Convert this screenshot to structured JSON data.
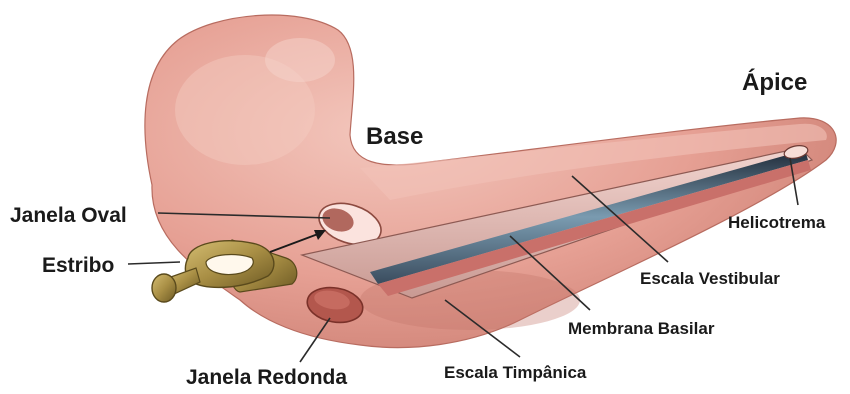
{
  "labels": {
    "apice": "Ápice",
    "base": "Base",
    "janela_oval": "Janela Oval",
    "estribo": "Estribo",
    "janela_redonda": "Janela Redonda",
    "helicotrema": "Helicotrema",
    "escala_vestibular": "Escala Vestibular",
    "membrana_basilar": "Membrana Basilar",
    "escala_timpanica": "Escala Timpânica"
  },
  "colors": {
    "tissue": "#e8a59b",
    "tissue_dark": "#c27468",
    "tissue_light": "#f6cfc6",
    "membrane": "#6f8ea3",
    "membrane_dark": "#2d3a4a",
    "stapes": "#a98f45",
    "stapes_dark": "#6d5a24"
  }
}
